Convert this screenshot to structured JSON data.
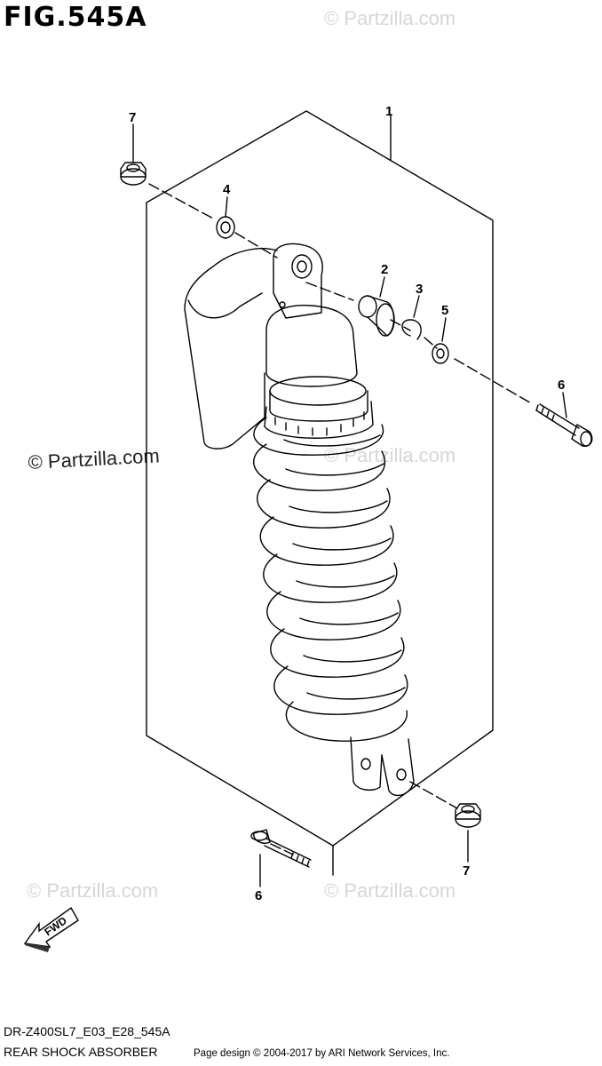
{
  "figure": {
    "title": "FIG.545A"
  },
  "callouts": {
    "c1": "1",
    "c2": "2",
    "c3": "3",
    "c4": "4",
    "c5": "5",
    "c6_top": "6",
    "c6_bottom": "6",
    "c7_top": "7",
    "c7_bottom": "7"
  },
  "watermarks": {
    "main": "© Partzilla.com",
    "faint": "© Partzilla.com"
  },
  "fwd": "FWD",
  "footer": {
    "model_code": "DR-Z400SL7_E03_E28_545A",
    "part_name": "REAR SHOCK ABSORBER",
    "credit": "Page design © 2004-2017 by ARI Network Services, Inc."
  }
}
